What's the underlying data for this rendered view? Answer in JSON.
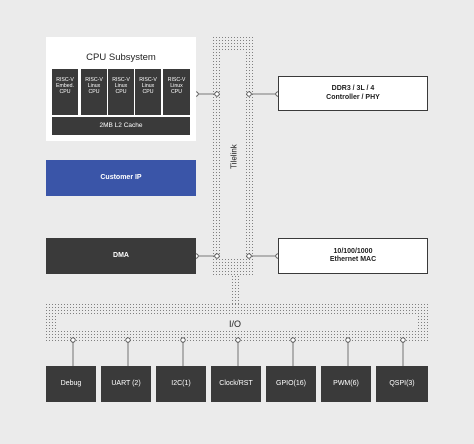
{
  "cpu_subsystem": {
    "title": "CPU Subsystem",
    "cores": [
      [
        "RISC-V",
        "Embed.",
        "CPU"
      ],
      [
        "RISC-V",
        "Linux",
        "CPU"
      ],
      [
        "RISC-V",
        "Linux",
        "CPU"
      ],
      [
        "RISC-V",
        "Linux",
        "CPU"
      ],
      [
        "RISC-V",
        "Linux",
        "CPU"
      ]
    ],
    "cache": "2MB L2 Cache"
  },
  "customer_ip": "Customer IP",
  "dma": "DMA",
  "ddr": [
    "DDR3 / 3L / 4",
    "Controller / PHY"
  ],
  "ethernet": [
    "10/100/1000",
    "Ethernet MAC"
  ],
  "tilelink": "Tilelink",
  "io_bus": "I/O",
  "peripherals": [
    "Debug",
    "UART (2)",
    "I2C(1)",
    "Clock/RST",
    "GPIO(16)",
    "PWM(6)",
    "QSPI(3)"
  ],
  "colors": {
    "dark": "#3a3a3a",
    "blue": "#3a55a8",
    "background": "#ebebeb"
  }
}
